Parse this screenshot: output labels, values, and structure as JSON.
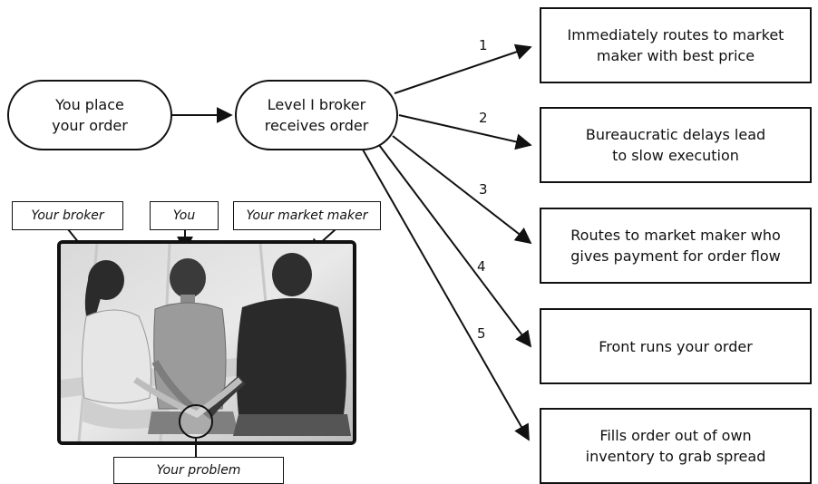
{
  "start": {
    "label": "You place\nyour order"
  },
  "broker": {
    "label": "Level I broker\nreceives order"
  },
  "outcomes": [
    {
      "num": "1",
      "text": "Immediately routes to market\nmaker with best price"
    },
    {
      "num": "2",
      "text": "Bureaucratic delays lead\nto slow execution"
    },
    {
      "num": "3",
      "text": "Routes to market maker who\ngives payment for order flow"
    },
    {
      "num": "4",
      "text": "Front runs your order"
    },
    {
      "num": "5",
      "text": "Fills order out of own\ninventory to grab spread"
    }
  ],
  "photo": {
    "labels": {
      "broker": "Your broker",
      "you": "You",
      "market_maker": "Your market maker",
      "problem": "Your problem"
    }
  }
}
